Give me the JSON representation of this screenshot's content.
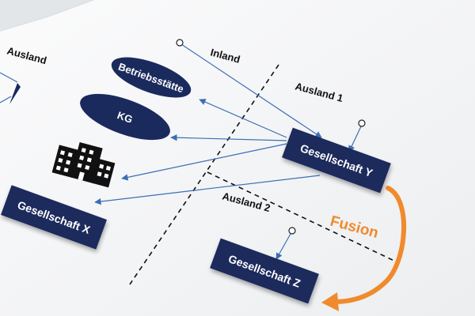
{
  "regions": {
    "ausland_left": "Ausland",
    "inland": "Inland",
    "ausland_1": "Ausland 1",
    "ausland_2": "Ausland 2"
  },
  "entities": {
    "betriebsstaette": "Betriebsstätte",
    "kg": "KG",
    "gesellschaft_x": "Gesellschaft  X",
    "gesellschaft_y": "Gesellschaft  Y",
    "gesellschaft_z": "Gesellschaft  Z"
  },
  "fusion_label": "Fusion",
  "icons": {
    "building": "building-icon"
  },
  "colors": {
    "entity_fill": "#1b2a5c",
    "arrow": "#3c6db5",
    "fusion": "#f08a2c",
    "paper": "#f5f6f7"
  }
}
